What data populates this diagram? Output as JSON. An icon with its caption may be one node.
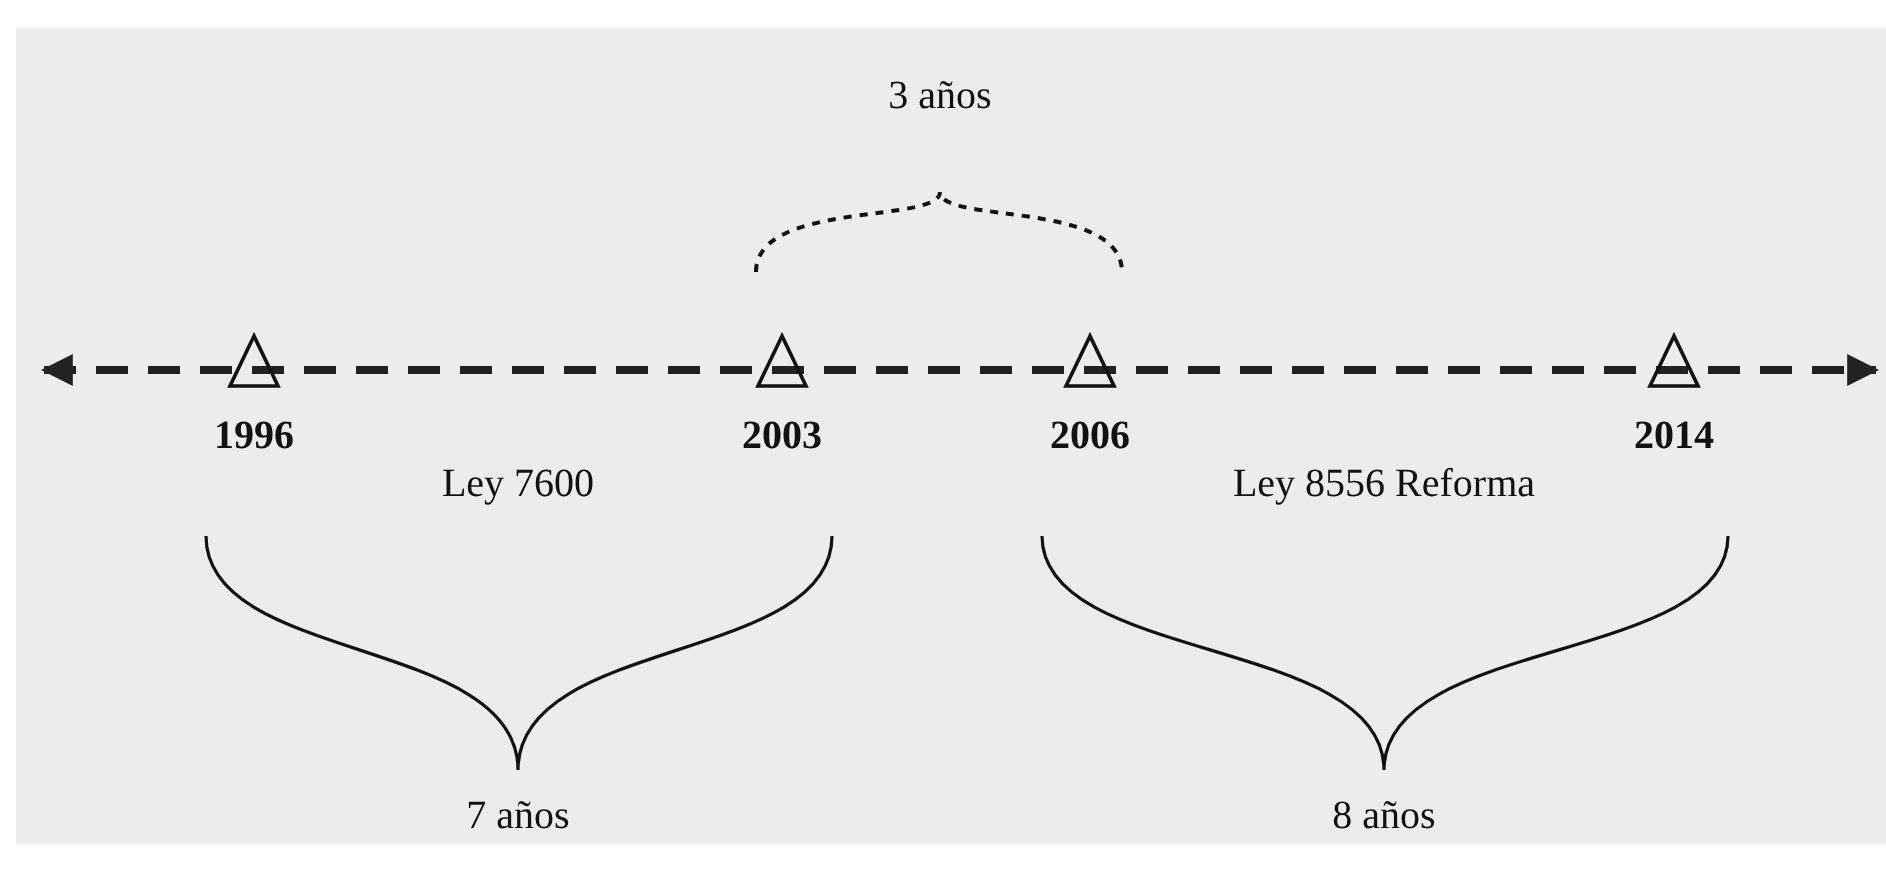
{
  "diagram": {
    "labels": [
      "3 años",
      "1996",
      "2003",
      "2006",
      "2014",
      "Ley 7600",
      "Ley 8556 Reforma",
      "7 años",
      "8 años"
    ]
  }
}
